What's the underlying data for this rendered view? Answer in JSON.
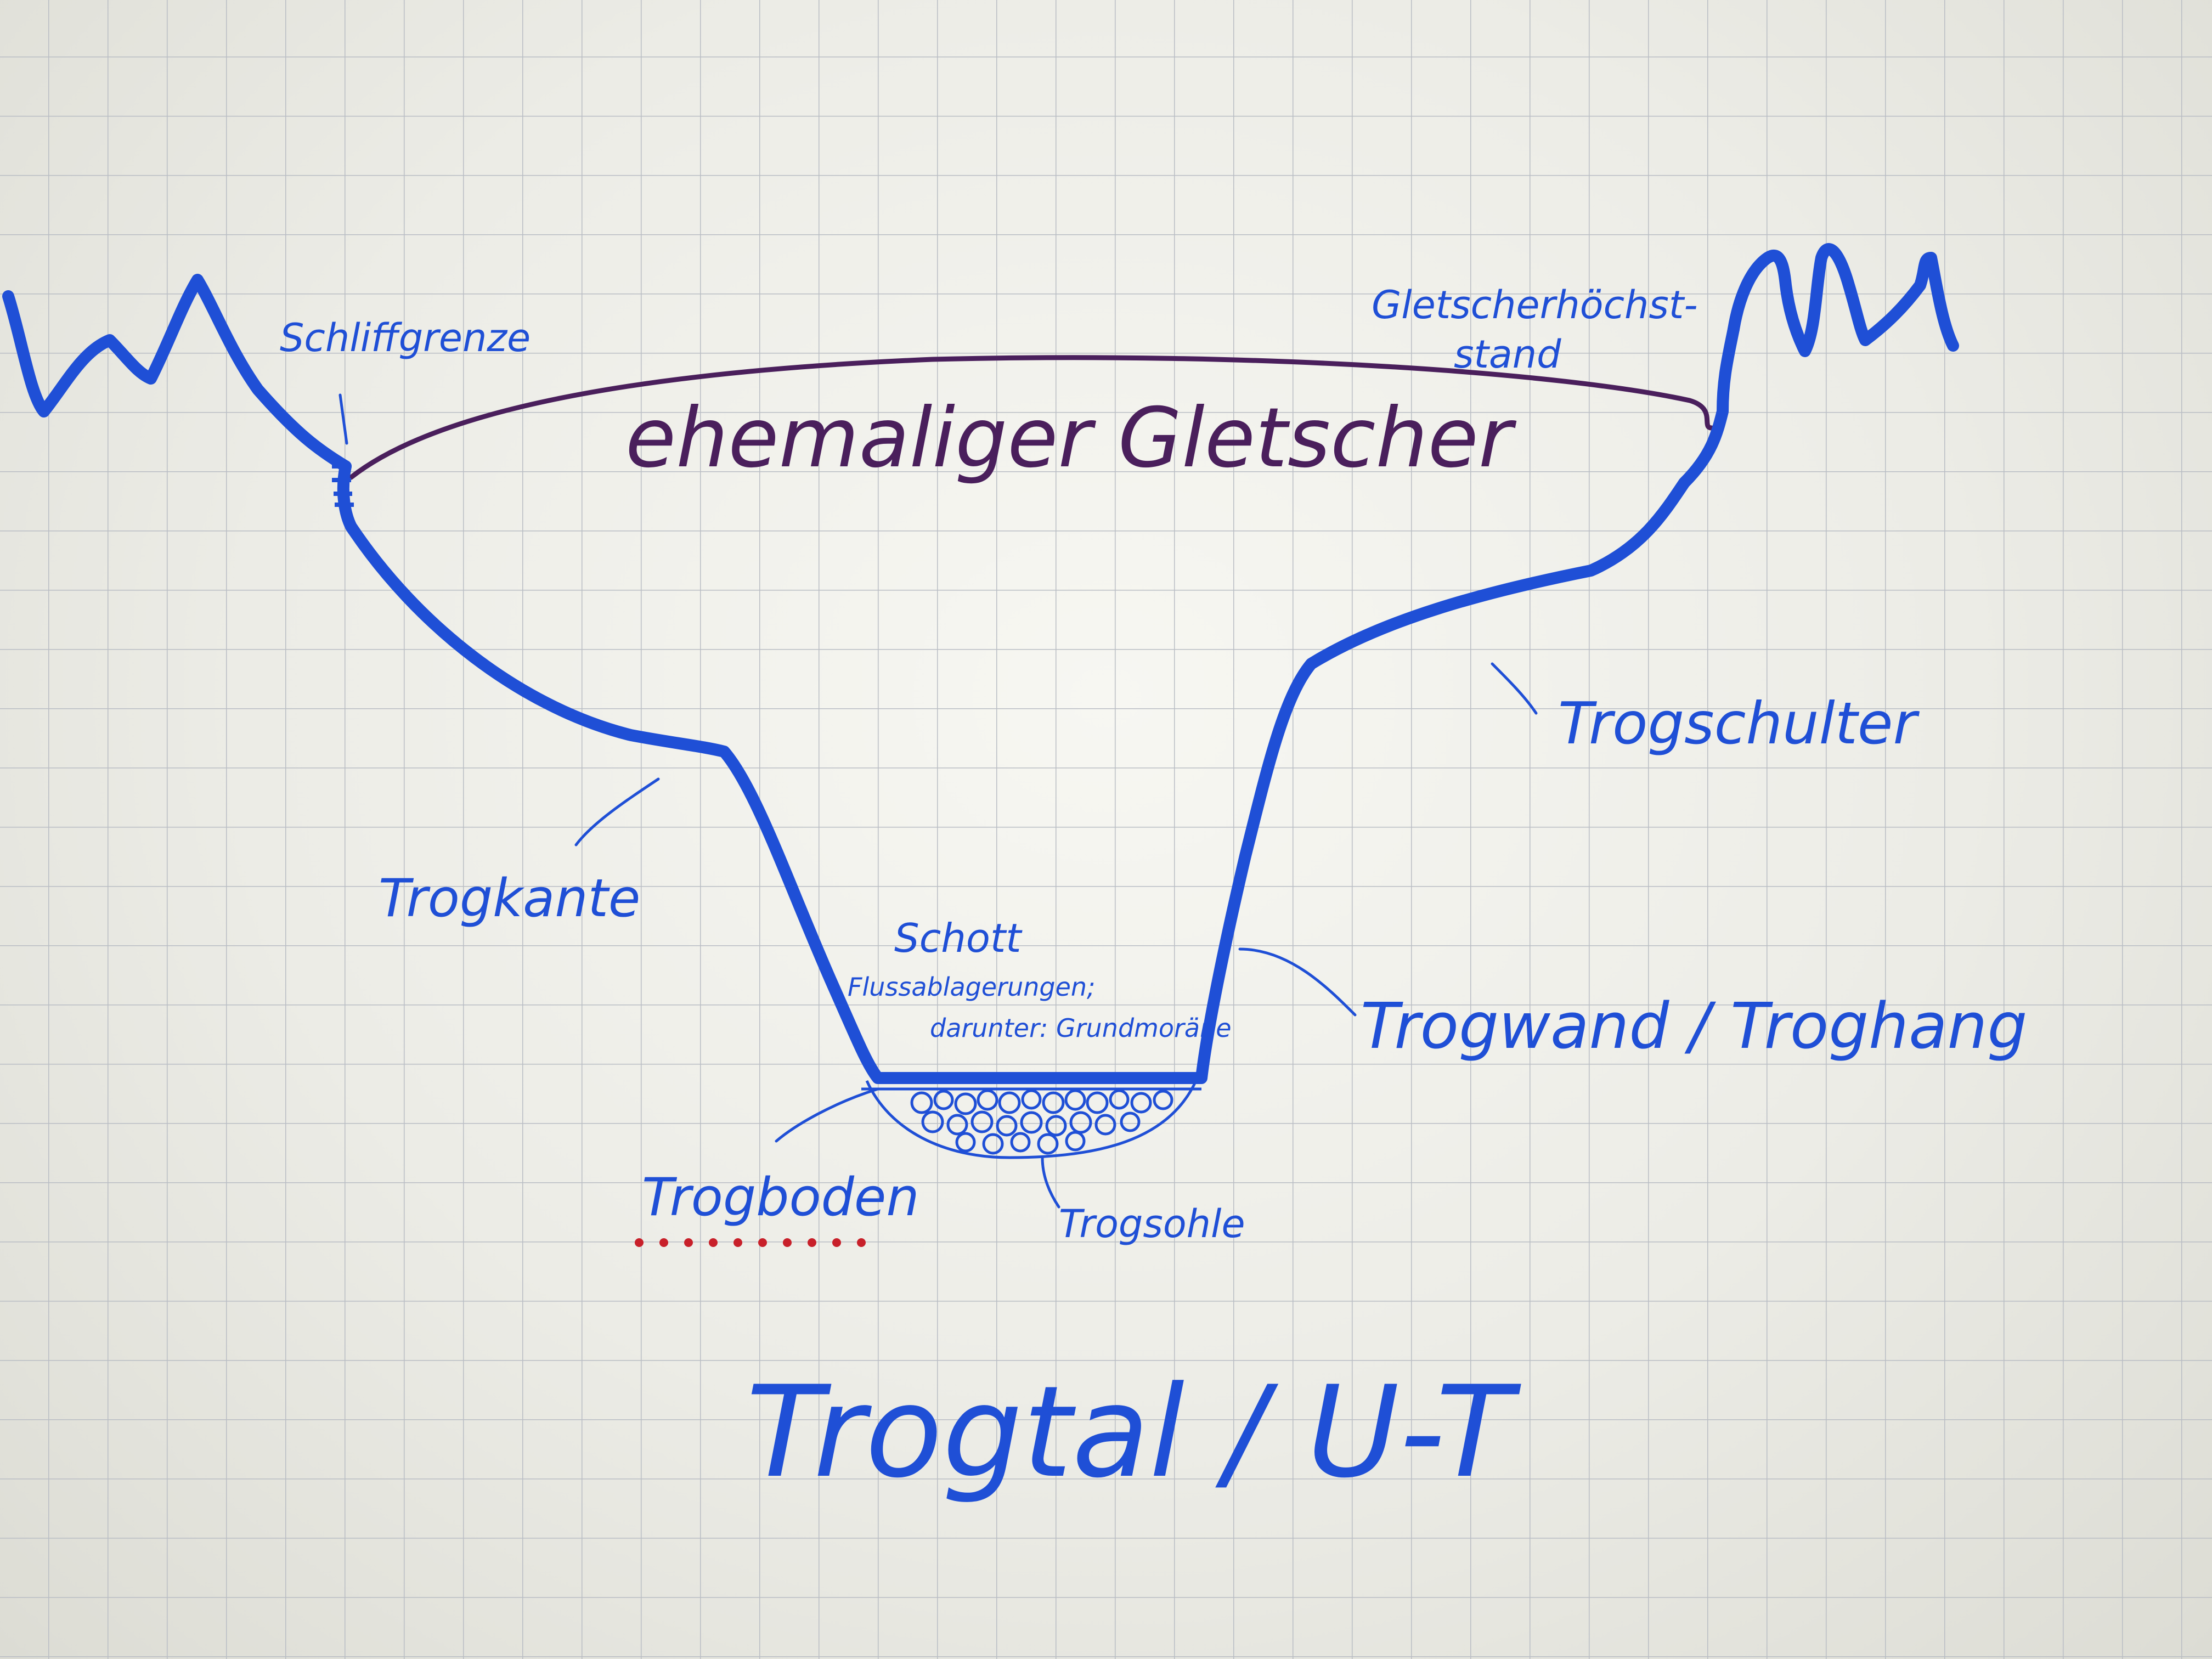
{
  "diagram": {
    "title": "Trogtal / U-T",
    "glacier_label": "ehemaliger Gletscher",
    "labels": {
      "schliffgrenze": "Schliffgrenze",
      "gletscherhoechststand_line1": "Gletscherhöchst-",
      "gletscherhoechststand_line2": "stand",
      "trogschulter": "Trogschulter",
      "trogkante": "Trogkante",
      "trogwand": "Trogwand / Troghang",
      "schotter": "Schott",
      "flussablagerungen": "Flussablagerungen;",
      "darunter": "darunter: Grundmoräne",
      "trogboden": "Trogboden",
      "trogsohle": "Trogsohle"
    },
    "colors": {
      "ink_blue": "#1f4fd6",
      "ink_purple": "#4a1f5c",
      "dots_red": "#c8202a",
      "grid": "#b9bdc4"
    },
    "grid": true
  }
}
